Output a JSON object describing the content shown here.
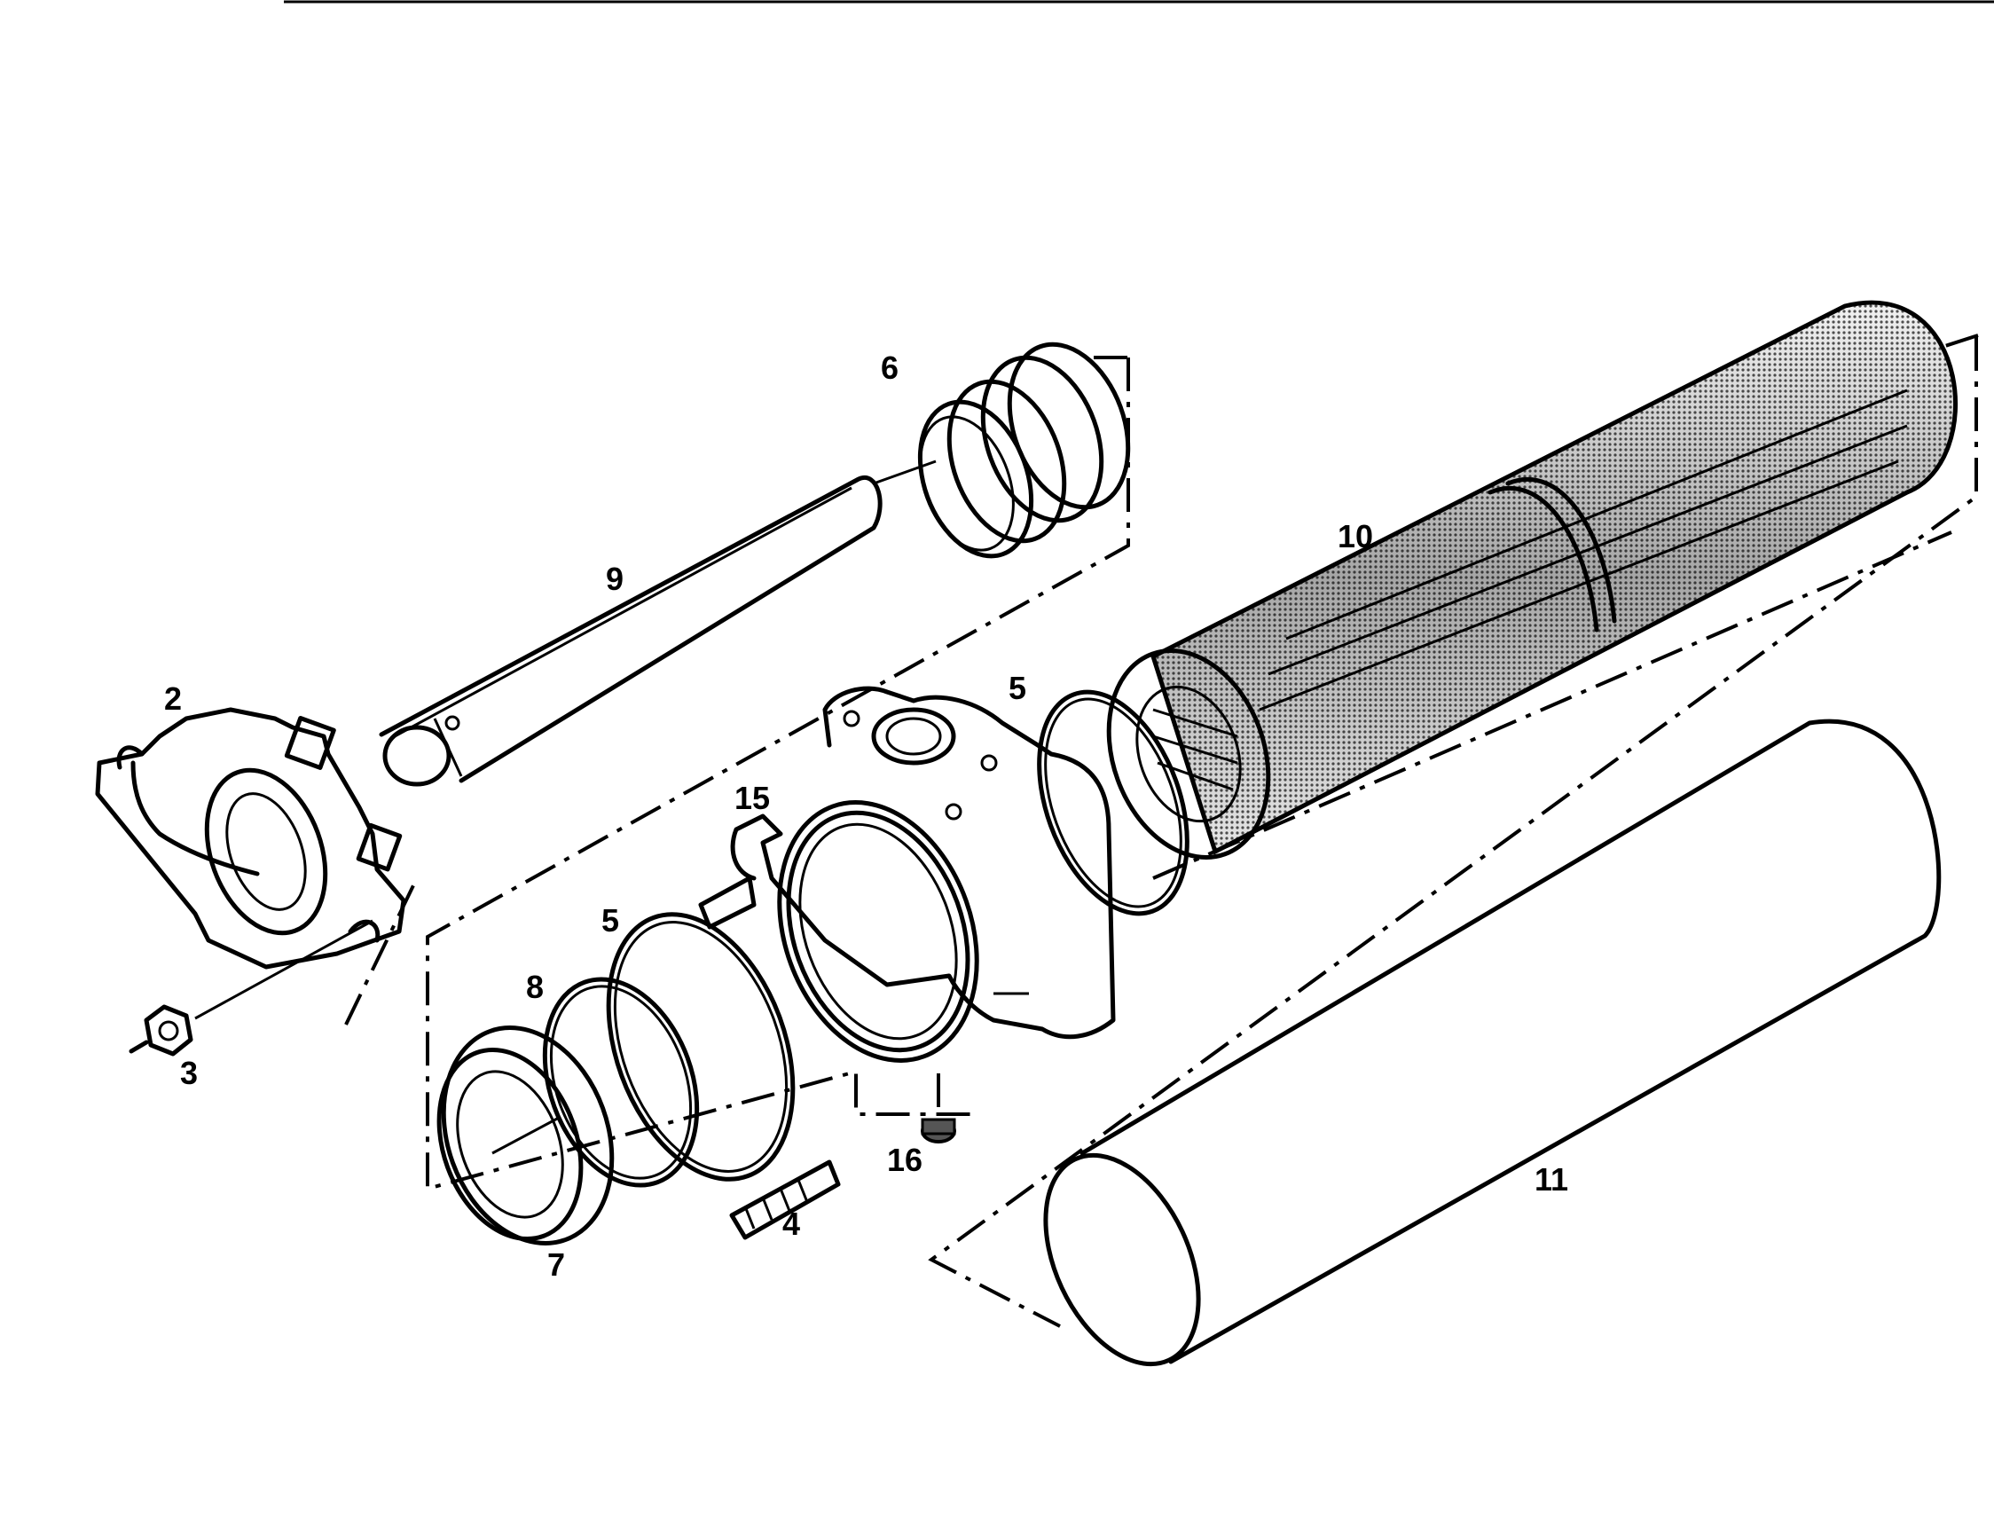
{
  "parts": [
    {
      "key": "p2",
      "label": "2"
    },
    {
      "key": "p3",
      "label": "3"
    },
    {
      "key": "p4",
      "label": "4"
    },
    {
      "key": "p5a",
      "label": "5"
    },
    {
      "key": "p5b",
      "label": "5"
    },
    {
      "key": "p6",
      "label": "6"
    },
    {
      "key": "p7",
      "label": "7"
    },
    {
      "key": "p8",
      "label": "8"
    },
    {
      "key": "p9",
      "label": "9"
    },
    {
      "key": "p10",
      "label": "10"
    },
    {
      "key": "p11",
      "label": "11"
    },
    {
      "key": "p15",
      "label": "15"
    },
    {
      "key": "p16",
      "label": "16"
    }
  ],
  "colors": {
    "ink": "#000000",
    "paper": "#ffffff",
    "mesh": "#9a9a9a"
  }
}
